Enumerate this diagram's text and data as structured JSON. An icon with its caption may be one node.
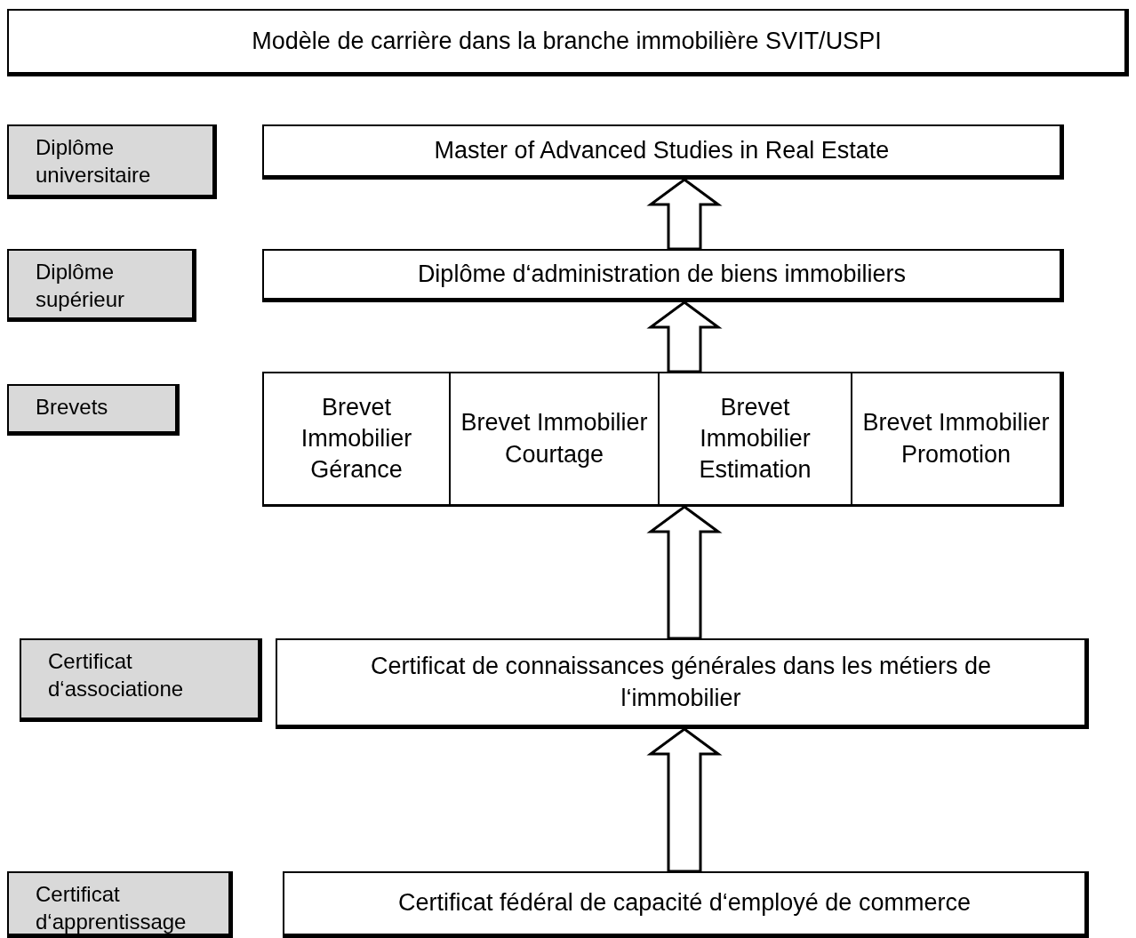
{
  "diagram": {
    "title": "Modèle de carrière dans la branche immobilière SVIT/USPI",
    "nodes": [
      {
        "text": [
          "Diplôme universitaire"
        ]
      },
      {
        "text": [
          "Master of Advanced Studies in Real Estate"
        ]
      },
      {
        "text": [
          "Diplôme supérieur"
        ]
      },
      {
        "text": [
          "Diplôme d‘administration de biens immobiliers"
        ]
      },
      {
        "text": [
          "Brevets"
        ]
      },
      {
        "text": [],
        "shape": "box"
      },
      {
        "text": [
          "Brevet Immobilier Gérance"
        ],
        "in": 5
      },
      {
        "text": [
          "Brevet Immobilier Courtage"
        ],
        "in": 5
      },
      {
        "text": [
          "Brevet Immobilier Estimation"
        ],
        "in": 5
      },
      {
        "text": [
          "Brevet Immobilier Promotion"
        ],
        "in": 5
      },
      {
        "text": [
          "Certificat d‘associatione"
        ]
      },
      {
        "text": [
          "Certificat de connaissances générales dans les métiers de l‘immobilier"
        ]
      },
      {
        "text": [
          "Certificat d‘apprentissage"
        ]
      },
      {
        "text": [
          "Certificat fédéral de capacité d‘employé de commerce"
        ]
      }
    ],
    "edges": [
      {
        "from": 3,
        "to": 1,
        "arrow": "to"
      },
      {
        "from": 5,
        "to": 3,
        "arrow": "to"
      },
      {
        "from": 11,
        "to": 5,
        "arrow": "to"
      },
      {
        "from": 13,
        "to": 11,
        "arrow": "to"
      }
    ]
  }
}
